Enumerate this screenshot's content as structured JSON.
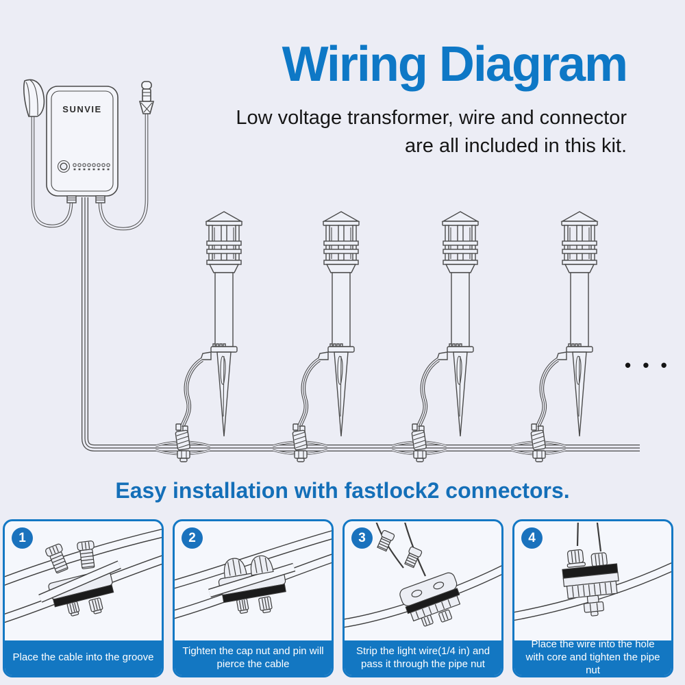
{
  "header": {
    "title": "Wiring Diagram",
    "subtitle_line1": "Low voltage transformer, wire and connector",
    "subtitle_line2": "are all included in this kit."
  },
  "diagram": {
    "brand": "SUNVIE",
    "more_lights_indicator": "• • •",
    "light_count_shown": 4
  },
  "installation": {
    "heading": "Easy installation with fastlock2 connectors.",
    "steps": [
      {
        "number": "1",
        "caption": "Place the cable into the groove"
      },
      {
        "number": "2",
        "caption": "Tighten the cap nut and pin will pierce the cable"
      },
      {
        "number": "3",
        "caption": "Strip the light wire(1/4 in) and pass it through the pipe nut"
      },
      {
        "number": "4",
        "caption": "Place the wire into the hole with core and tighten the pipe nut"
      }
    ]
  },
  "colors": {
    "background": "#ecedf5",
    "title_blue": "#0e78c6",
    "heading_blue": "#146fb8",
    "panel_blue": "#1377c2",
    "line_art_grey": "#4a4a4a",
    "connector_band_black": "#1b1b1b"
  }
}
